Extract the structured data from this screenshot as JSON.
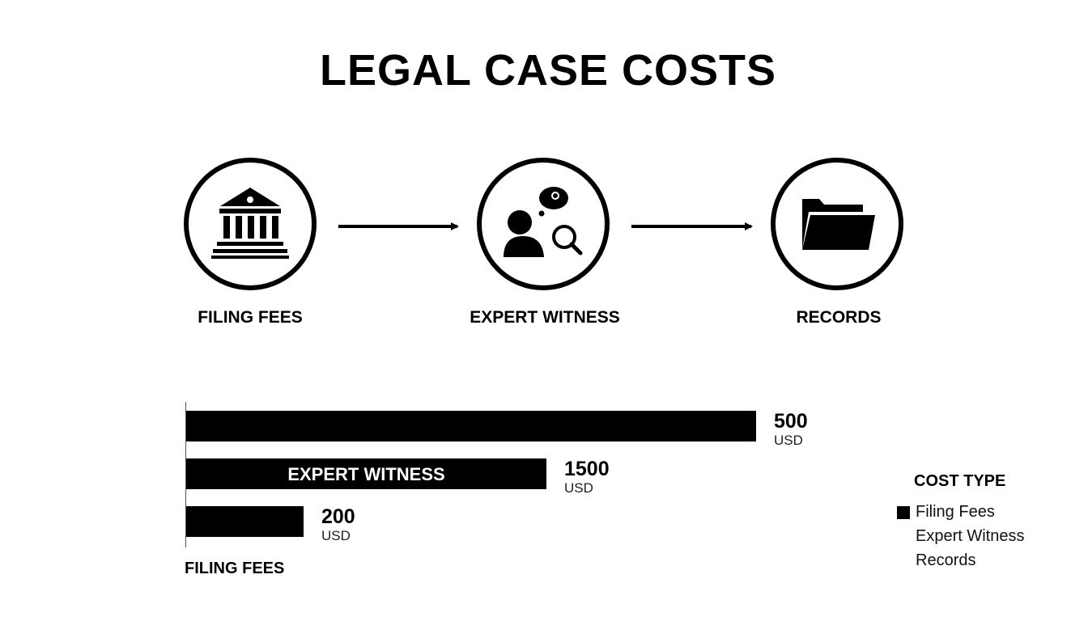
{
  "title": "LEGAL CASE COSTS",
  "steps": [
    {
      "label": "FILING FEES",
      "icon": "courthouse-icon"
    },
    {
      "label": "EXPERT WITNESS",
      "icon": "expert-witness-icon"
    },
    {
      "label": "RECORDS",
      "icon": "folder-icon"
    }
  ],
  "chart_data": {
    "type": "bar",
    "orientation": "horizontal",
    "bars": [
      {
        "value": "500",
        "unit": "USD",
        "inner_label": "",
        "fill_fraction": 1.0
      },
      {
        "value": "1500",
        "unit": "USD",
        "inner_label": "EXPERT WITNESS",
        "fill_fraction": 0.632
      },
      {
        "value": "200",
        "unit": "USD",
        "inner_label": "",
        "fill_fraction": 0.206
      }
    ],
    "values": [
      500,
      1500,
      200
    ],
    "xlabel": "FILING FEES",
    "legend": {
      "title": "COST TYPE",
      "placement": "right",
      "items": [
        "Filing Fees",
        "Expert Witness",
        "Records"
      ]
    },
    "bar_color": "#000000"
  }
}
